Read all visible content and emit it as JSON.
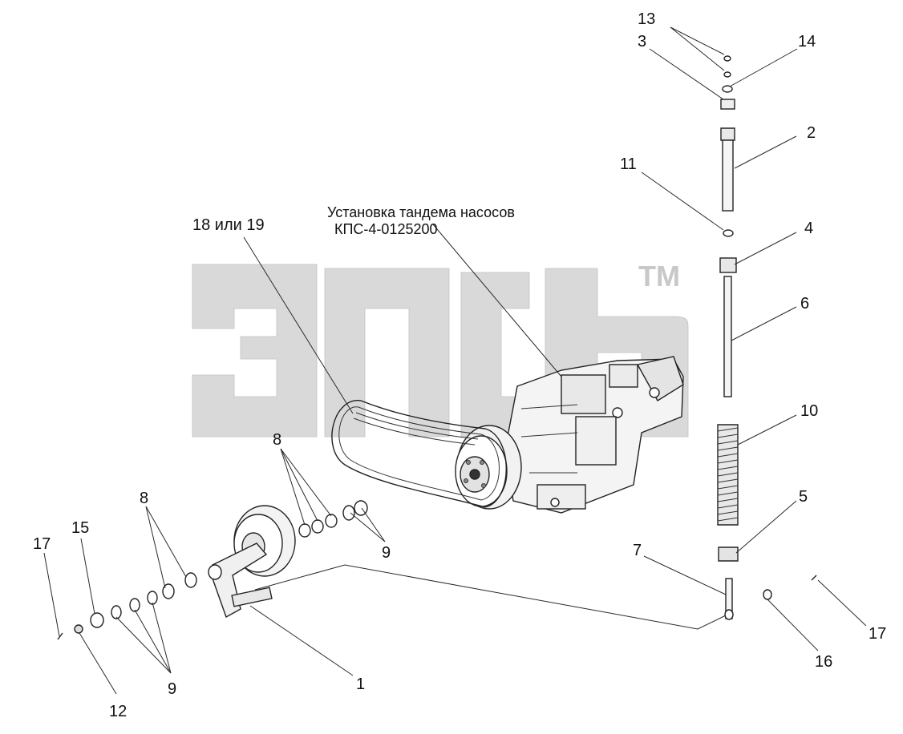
{
  "diagram": {
    "watermark": {
      "text": "ЭПсь",
      "trademark": "TM"
    },
    "caption": {
      "line1": "Установка тандема насосов",
      "line2": "КПС-4-0125200"
    },
    "callouts": {
      "c13": "13",
      "c3": "3",
      "c14": "14",
      "c2": "2",
      "c11": "11",
      "c4": "4",
      "c6": "6",
      "c10": "10",
      "c5": "5",
      "c7": "7",
      "c17_right": "17",
      "c16": "16",
      "c18_19": "18 или 19",
      "c8_top": "8",
      "c8_left": "8",
      "c9_mid": "9",
      "c9_bottom": "9",
      "c17_left": "17",
      "c15": "15",
      "c12": "12",
      "c1": "1"
    }
  }
}
